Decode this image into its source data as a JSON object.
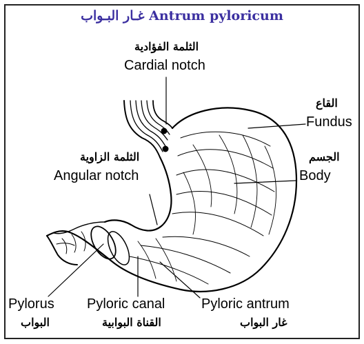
{
  "title": "غـار البـواب Antrum pyloricum",
  "labels": {
    "cardial_notch_ar": "الثلمة الفؤادية",
    "cardial_notch_en": "Cardial notch",
    "fundus_ar": "القاع",
    "fundus_en": "Fundus",
    "body_ar": "الجسم",
    "body_en": "Body",
    "angular_notch_ar": "الثلمة الزاوية",
    "angular_notch_en": "Angular notch",
    "pylorus_en": "Pylorus",
    "pylorus_ar": "البواب",
    "pyloric_canal_en": "Pyloric canal",
    "pyloric_canal_ar": "القناة البوابية",
    "pyloric_antrum_en": "Pyloric antrum",
    "pyloric_antrum_ar": "غار البواب"
  },
  "colors": {
    "title": "#3b2fa0",
    "ink": "#000000"
  }
}
